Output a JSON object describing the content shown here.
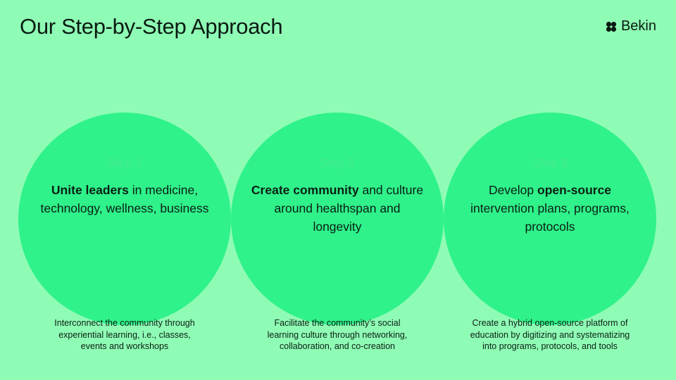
{
  "header": {
    "title": "Our Step-by-Step Approach",
    "brand": "Bekin",
    "brand_icon": "four-petal-logo-icon"
  },
  "colors": {
    "background": "#8ffcb5",
    "circle": "#2ff28a",
    "step_label": "#48ea90",
    "text": "#0b1f14"
  },
  "steps": [
    {
      "label": "Step 1",
      "headline_pre": "",
      "headline_bold": "Unite leaders",
      "headline_post": " in medicine, technology, wellness, business",
      "description": [
        "Interconnect the community through",
        "experiential learning, i.e., classes,",
        "events and workshops"
      ]
    },
    {
      "label": "Step 2",
      "headline_pre": "",
      "headline_bold": "Create community",
      "headline_post": " and culture around healthspan and longevity",
      "description": [
        "Facilitate the community’s social",
        "learning culture through networking,",
        "collaboration, and co-creation"
      ]
    },
    {
      "label": "Step 3",
      "headline_pre": "Develop ",
      "headline_bold": "open-source",
      "headline_post": " intervention plans, programs, protocols",
      "description": [
        "Create a hybrid open-source platform of",
        "education by digitizing and systematizing",
        "into programs, protocols, and tools"
      ]
    }
  ]
}
